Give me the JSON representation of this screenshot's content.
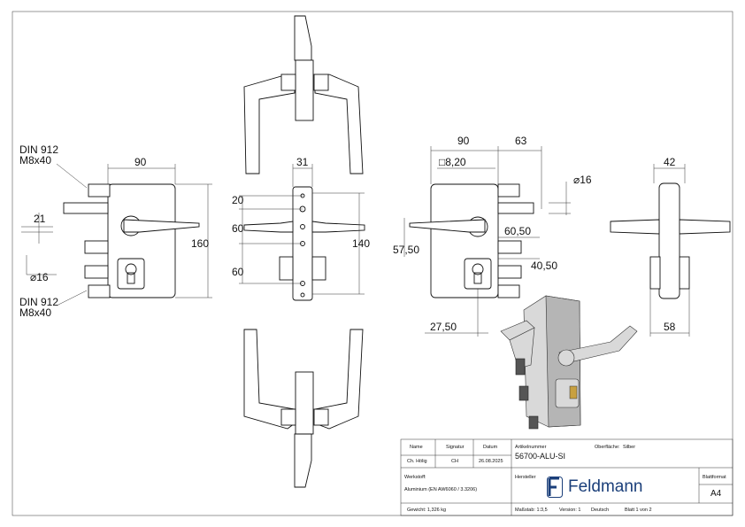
{
  "dimensions": {
    "din_top_1": "DIN 912",
    "din_top_2": "M8x40",
    "din_bot_1": "DIN 912",
    "din_bot_2": "M8x40",
    "d_90_left": "90",
    "d_21": "21",
    "d_16_left": "⌀16",
    "d_160": "160",
    "d_31": "31",
    "d_20": "20",
    "d_60a": "60",
    "d_60b": "60",
    "d_140": "140",
    "d_90_right": "90",
    "d_63": "63",
    "d_8_20": "□8,20",
    "d_16_right": "⌀16",
    "d_57_50": "57,50",
    "d_60_50": "60,50",
    "d_40_50": "40,50",
    "d_27_50": "27,50",
    "d_42": "42",
    "d_58": "58"
  },
  "title_block": {
    "h_name": "Name",
    "h_signatur": "Signatur",
    "h_datum": "Datum",
    "name": "Ch. Hölig",
    "signatur": "CH",
    "datum": "26.08.2025",
    "artikel_label": "Artikelnummer",
    "artikel_value": "56700-ALU-SI",
    "oberflaeche_label": "Oberfläche:",
    "oberflaeche_value": "Silber",
    "werkstoff_label": "Werkstoff:",
    "werkstoff_value": "Aluminium (EN AW6060 / 3.3206)",
    "hersteller_label": "Hersteller",
    "brand": "Feldmann",
    "blattformat_label": "Blattformat",
    "blattformat_value": "A4",
    "gewicht": "Gewicht: 1,326 kg",
    "massstab": "Maßstab: 1:3,5",
    "version": "Version: 1",
    "sprache": "Deutsch",
    "blatt": "Blatt 1 von 2"
  },
  "colors": {
    "line": "#111111",
    "brand": "#1b3f7a",
    "render_light": "#d9d9d9",
    "render_dark": "#555555",
    "cylinder_accent": "#c8a040"
  }
}
